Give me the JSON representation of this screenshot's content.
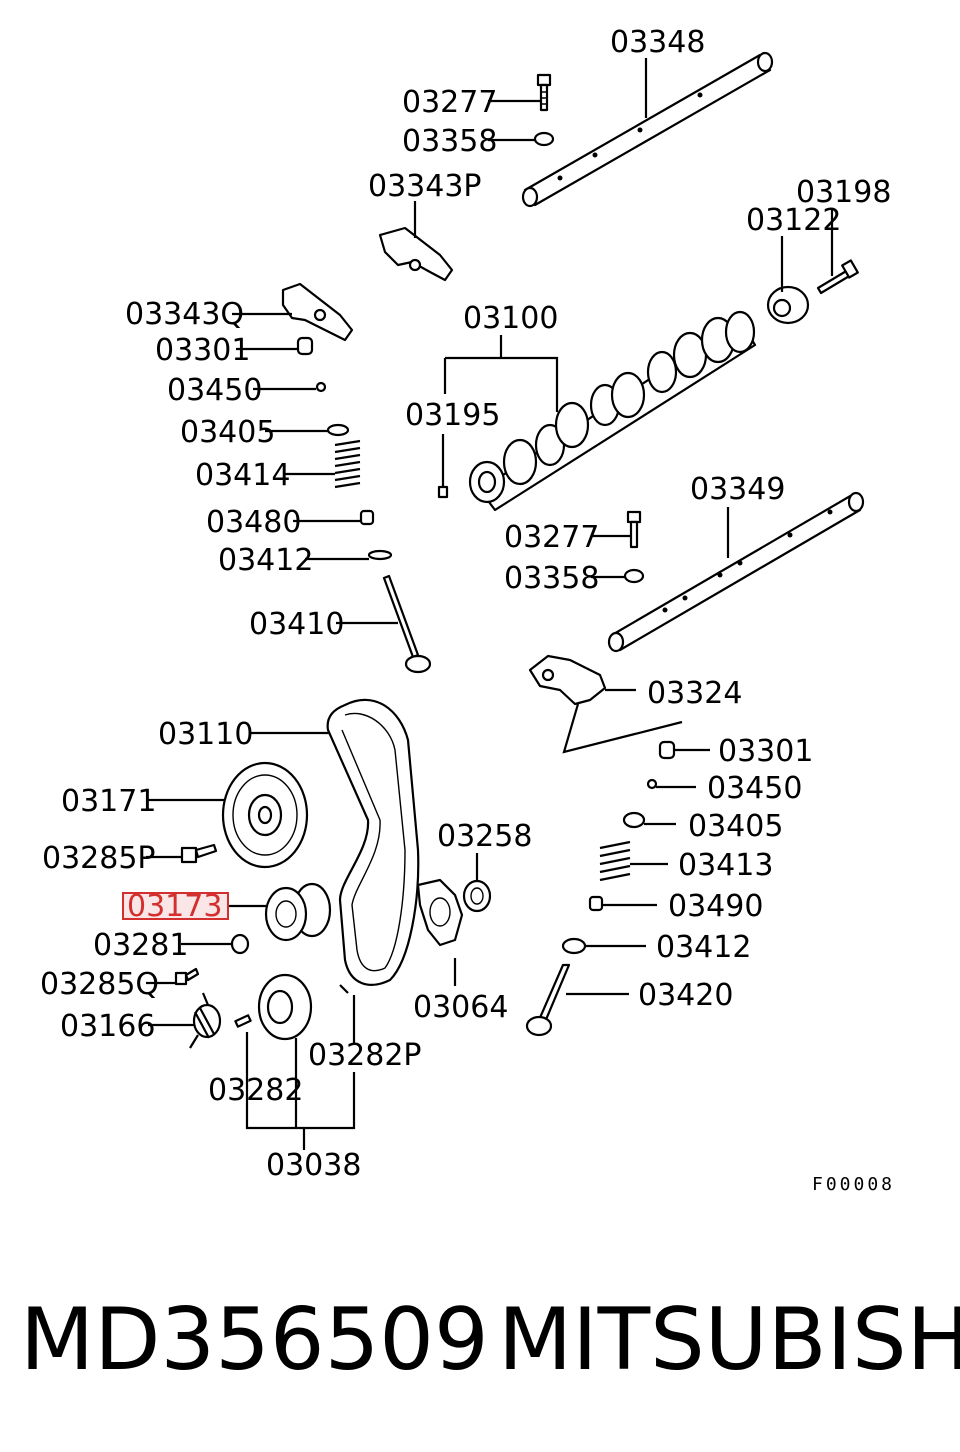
{
  "labels": {
    "p03348": "03348",
    "p03277a": "03277",
    "p03358a": "03358",
    "p03343P": "03343P",
    "p03198": "03198",
    "p03122": "03122",
    "p03343Q": "03343Q",
    "p03100": "03100",
    "p03301a": "03301",
    "p03450a": "03450",
    "p03195": "03195",
    "p03405a": "03405",
    "p03414": "03414",
    "p03349": "03349",
    "p03480": "03480",
    "p03277b": "03277",
    "p03412a": "03412",
    "p03358b": "03358",
    "p03410": "03410",
    "p03324": "03324",
    "p03110": "03110",
    "p03301b": "03301",
    "p03171": "03171",
    "p03450b": "03450",
    "p03405b": "03405",
    "p03258": "03258",
    "p03285P": "03285P",
    "p03413": "03413",
    "p03173": "03173",
    "p03490": "03490",
    "p03281": "03281",
    "p03412b": "03412",
    "p03285Q": "03285Q",
    "p03420": "03420",
    "p03064": "03064",
    "p03166": "03166",
    "p03282P": "03282P",
    "p03282": "03282",
    "p03038": "03038"
  },
  "figure_code": "F00008",
  "footer": {
    "part_number": "MD356509",
    "brand": "MITSUBISHI"
  },
  "highlight_color": "#d32f2f"
}
